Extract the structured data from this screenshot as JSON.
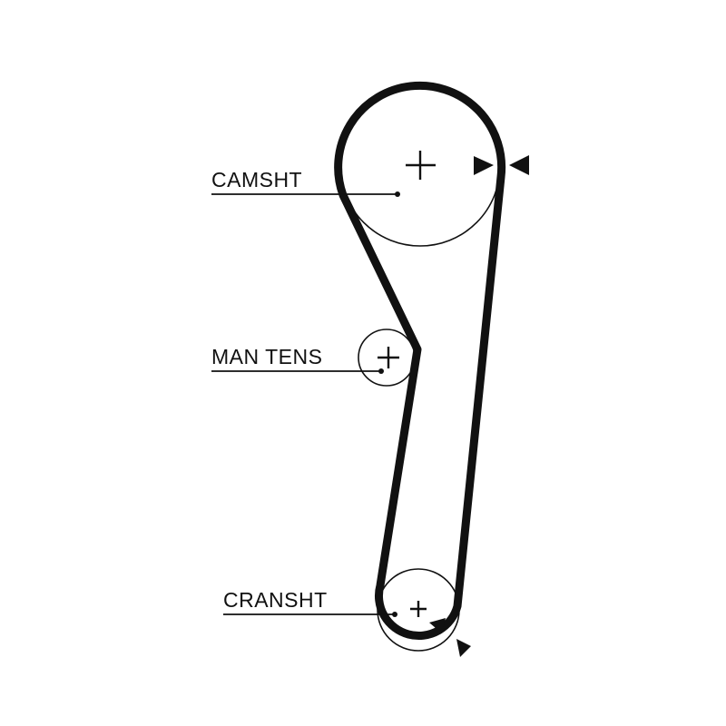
{
  "labels": {
    "camshaft": "CAMSHT",
    "tensioner": "MAN TENS",
    "crankshaft": "CRANSHT"
  },
  "colors": {
    "ink": "#111111",
    "background": "#ffffff"
  }
}
